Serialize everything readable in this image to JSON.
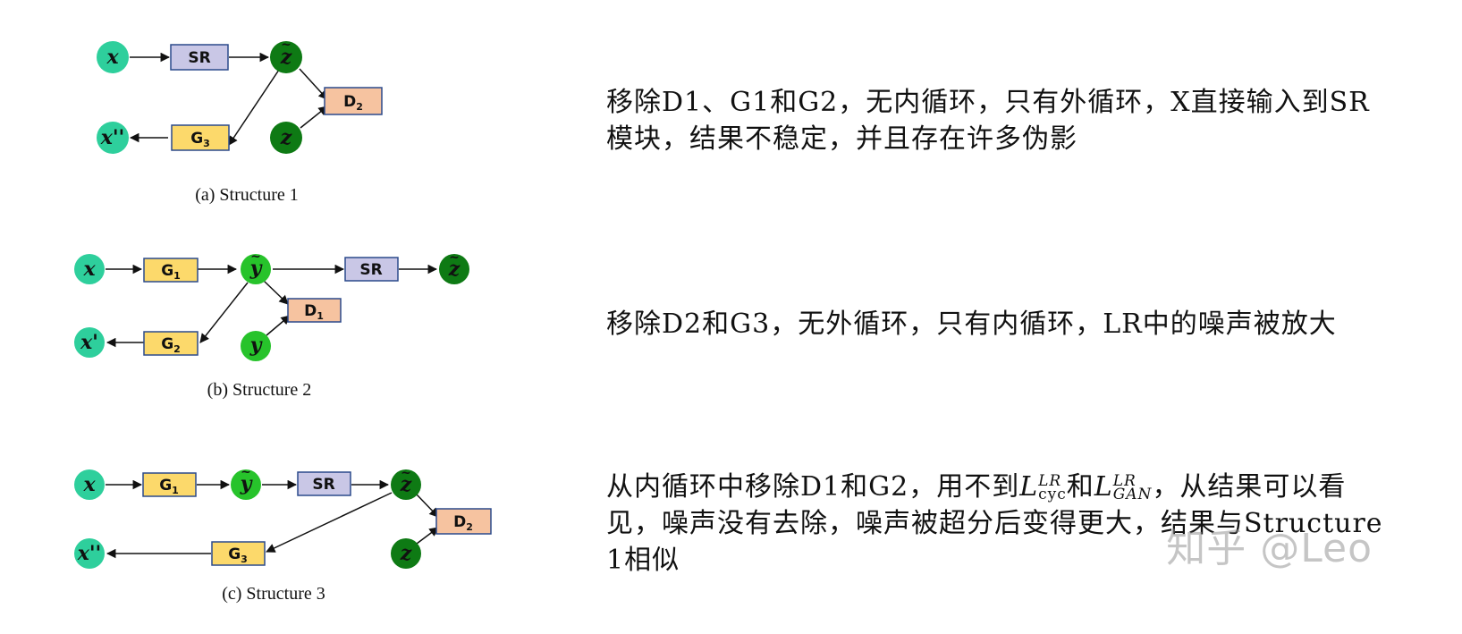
{
  "structures": [
    {
      "caption": "(a) Structure 1",
      "nodes": {
        "x": "x",
        "z_tilde": "z",
        "z": "z",
        "x_out": "x''"
      },
      "boxes": {
        "sr": "SR",
        "d2": "D",
        "d2_sub": "2",
        "g3": "G",
        "g3_sub": "3"
      },
      "description": "移除D1、G1和G2，无内循环，只有外循环，X直接输入到SR模块，结果不稳定，并且存在许多伪影"
    },
    {
      "caption": "(b) Structure 2",
      "nodes": {
        "x": "x",
        "y_tilde": "y",
        "z_tilde": "z",
        "y": "y",
        "x_out": "x'"
      },
      "boxes": {
        "g1": "G",
        "g1_sub": "1",
        "sr": "SR",
        "d1": "D",
        "d1_sub": "1",
        "g2": "G",
        "g2_sub": "2"
      },
      "description": "移除D2和G3，无外循环，只有内循环，LR中的噪声被放大"
    },
    {
      "caption": "(c) Structure 3",
      "nodes": {
        "x": "x",
        "y_tilde": "y",
        "z_tilde": "z",
        "z": "z",
        "x_out": "x''"
      },
      "boxes": {
        "g1": "G",
        "g1_sub": "1",
        "sr": "SR",
        "d2": "D",
        "d2_sub": "2",
        "g3": "G",
        "g3_sub": "3"
      },
      "description_part1": "从内循环中移除D1和G2，用不到",
      "loss1": "L",
      "loss1_sup": "LR",
      "loss1_sub": "cyc",
      "and": "和",
      "loss2": "L",
      "loss2_sup": "LR",
      "loss2_sub": "GAN",
      "description_part2": "，从结果可以看见，噪声没有去除，噪声被超分后变得更大，结果与Structure 1相似"
    }
  ],
  "watermark": "知乎 @Leo",
  "colors": {
    "node_light": "#2ecf9c",
    "node_bright": "#27c32b",
    "node_dark": "#0e7a14",
    "box_sr": "#c9c7e6",
    "box_g": "#fcd96b",
    "box_d": "#f6c3a0",
    "box_border": "#2b4a8c"
  }
}
